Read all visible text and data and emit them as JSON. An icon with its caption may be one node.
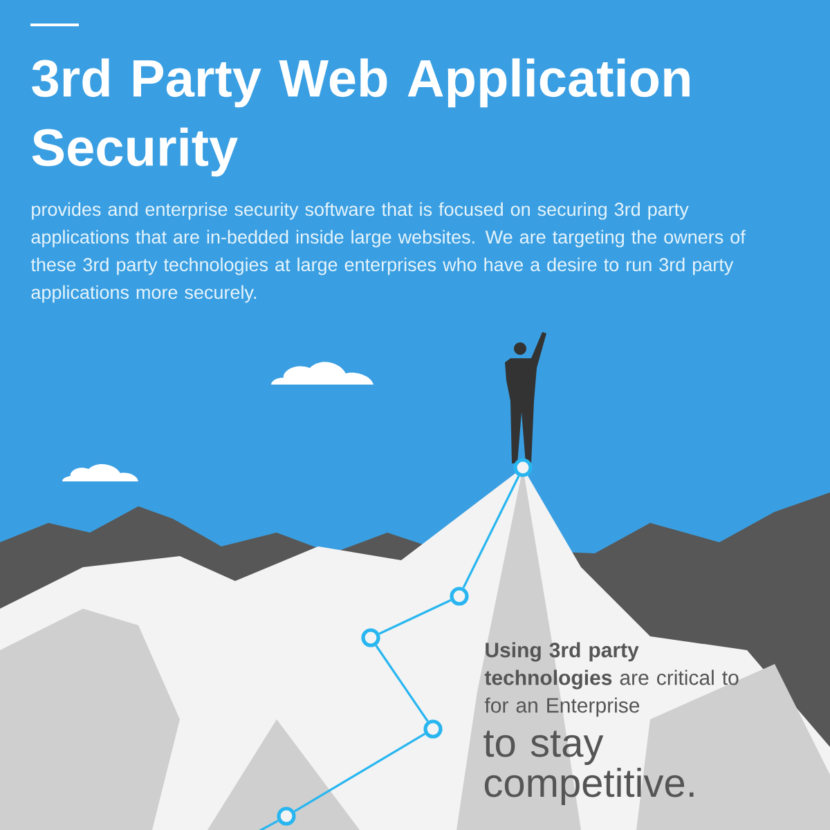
{
  "diagram": {
    "title": "3rd Party Web Application Security",
    "nodes": [
      {
        "text": [],
        "shape": "circle"
      },
      {
        "text": [],
        "shape": "circle"
      },
      {
        "text": [],
        "shape": "circle"
      },
      {
        "text": [],
        "shape": "circle"
      },
      {
        "text": [],
        "shape": "circle"
      }
    ],
    "edges": [
      {
        "from": null,
        "to": 0,
        "arrow": "none"
      },
      {
        "from": 0,
        "to": 2,
        "arrow": "none"
      },
      {
        "from": 2,
        "to": 1,
        "arrow": "none"
      },
      {
        "from": 1,
        "to": 3,
        "arrow": "none"
      },
      {
        "from": 3,
        "to": 4,
        "arrow": "none"
      }
    ],
    "labels": [
      "provides and enterprise security software that is focused on securing 3rd party applications that are in-bedded inside large websites. We are targeting the owners of these 3rd party technologies at large enterprises who have a desire to run 3rd party applications more securely.",
      "**Using 3rd party technologies** are critical to for an Enterprise",
      "to stay competitive."
    ]
  }
}
